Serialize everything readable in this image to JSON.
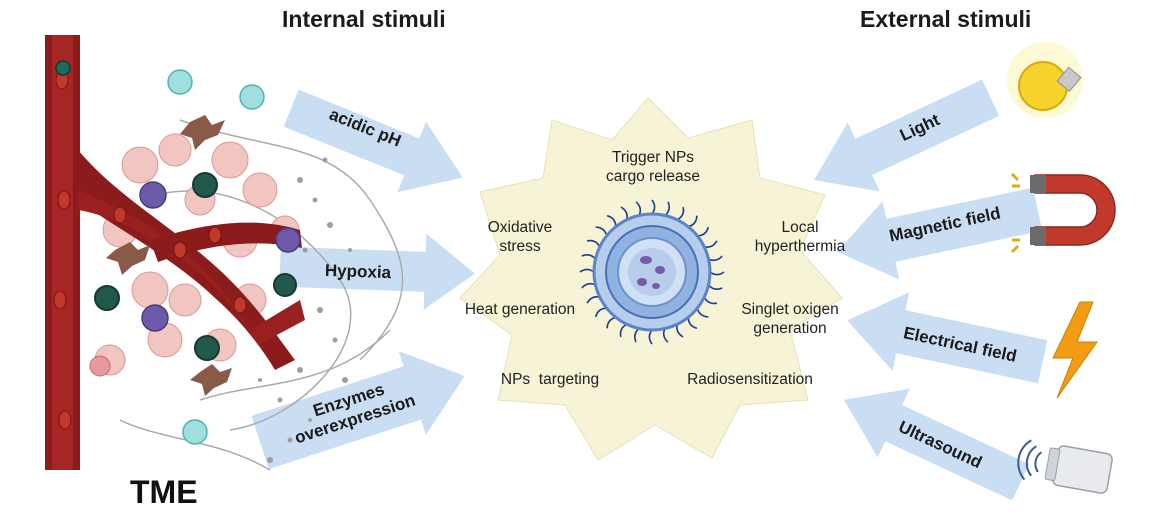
{
  "headers": {
    "internal": "Internal stimuli",
    "external": "External stimuli"
  },
  "internal_stimuli": [
    {
      "label": "acidic pH"
    },
    {
      "label": "Hypoxia"
    },
    {
      "label": "Enzymes\noverexpression"
    }
  ],
  "external_stimuli": [
    {
      "label": "Light",
      "icon": "lightbulb-icon"
    },
    {
      "label": "Magnetic field",
      "icon": "magnet-icon"
    },
    {
      "label": "Electrical field",
      "icon": "lightning-icon"
    },
    {
      "label": "Ultrasound",
      "icon": "ultrasound-probe-icon"
    }
  ],
  "effects": {
    "trigger": "Trigger NPs\ncargo release",
    "oxidative": "Oxidative\nstress",
    "hyperthermia": "Local\nhyperthermia",
    "heat": "Heat generation",
    "singlet": "Singlet oxigen\ngeneration",
    "targeting": "NPs  targeting",
    "radio": "Radiosensitization"
  },
  "tme_label": "TME",
  "colors": {
    "arrow": "#c9def2",
    "star": "#f6f3d6",
    "vessel": "#8c1b1b",
    "nanoparticle": "#8fb2e0"
  }
}
